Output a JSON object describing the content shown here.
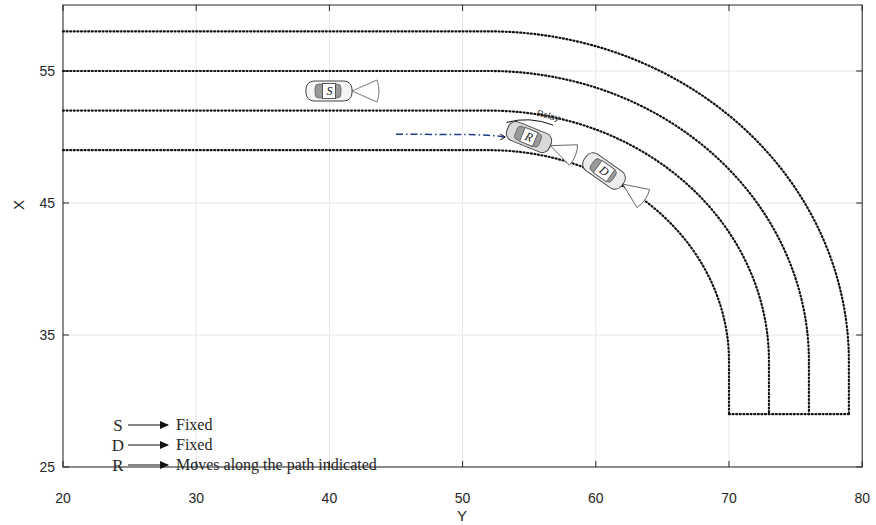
{
  "diagram": {
    "nodes": [
      {
        "text": [
          "S"
        ]
      },
      {
        "text": [
          "R"
        ]
      },
      {
        "text": [
          "D"
        ]
      }
    ],
    "labels": [
      "Relay",
      "S",
      "Fixed",
      "D",
      "Fixed",
      "R",
      "Moves along the path indicated",
      "20",
      "30",
      "40",
      "50",
      "60",
      "70",
      "80",
      "25",
      "35",
      "45",
      "55",
      "Y",
      "X"
    ]
  }
}
